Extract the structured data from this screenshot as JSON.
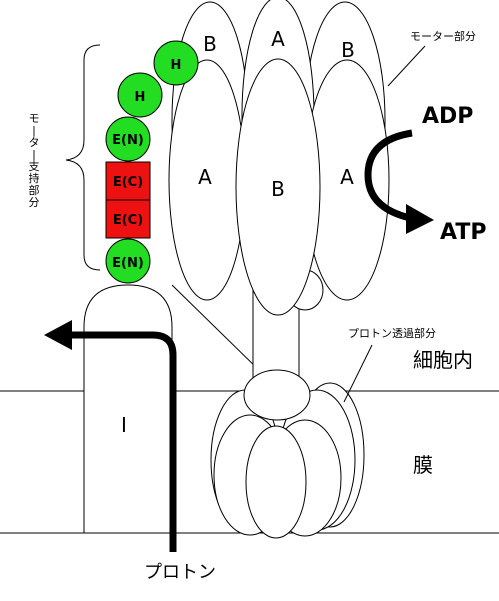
{
  "labels": {
    "motor_part": "モーター部分",
    "motor_support_part": "モーター支持部分",
    "proton_transmission_part": "プロトン透過部分",
    "intracellular": "細胞内",
    "membrane": "膜",
    "proton": "プロトン",
    "adp": "ADP",
    "atp": "ATP"
  },
  "subunits": {
    "b_top_left": "B",
    "a_top_center": "A",
    "b_top_right": "B",
    "a_left": "A",
    "b_center": "B",
    "a_right": "A",
    "i_channel": "I"
  },
  "stalk_subunits": [
    {
      "label": "H",
      "color": "#22dd22"
    },
    {
      "label": "H",
      "color": "#22dd22"
    },
    {
      "label": "E(N)",
      "color": "#22dd22"
    },
    {
      "label": "E(C)",
      "color": "#ee1111"
    },
    {
      "label": "E(C)",
      "color": "#ee1111"
    },
    {
      "label": "E(N)",
      "color": "#22dd22"
    }
  ],
  "colors": {
    "green": "#22dd22",
    "red": "#ee1111",
    "outline": "#000000",
    "fill": "#ffffff"
  }
}
